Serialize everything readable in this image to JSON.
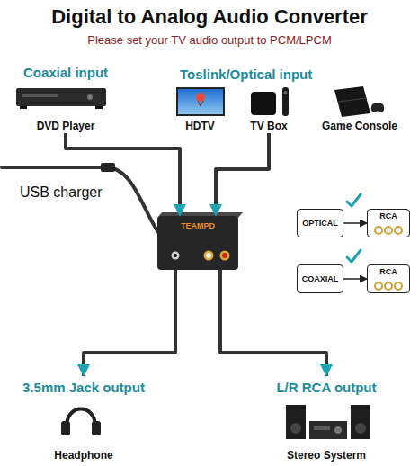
{
  "diagram": {
    "title": "Digital to Analog Audio Converter",
    "nodes": [
      {
        "text": [
          "Coaxial input",
          "DVD Player"
        ]
      },
      {
        "text": [
          "HDTV"
        ]
      },
      {
        "text": [
          "TV Box"
        ]
      },
      {
        "text": [
          "Game Console"
        ]
      },
      {
        "text": [
          "TEAMPD"
        ]
      },
      {
        "text": [
          "OPTICAL"
        ]
      },
      {
        "text": [
          "RCA"
        ]
      },
      {
        "text": [
          "COAXIAL"
        ]
      },
      {
        "text": [
          "RCA"
        ]
      },
      {
        "text": [
          "3.5mm Jack output",
          "Headphone"
        ]
      },
      {
        "text": [
          "L/R RCA output",
          "Stereo Systerm"
        ]
      }
    ],
    "edges": [
      {
        "from": 0,
        "to": 4,
        "arrow": "to"
      },
      {
        "from": 2,
        "to": 4,
        "arrow": "to"
      },
      {
        "from": 4,
        "to": 9,
        "arrow": "to"
      },
      {
        "from": 4,
        "to": 10,
        "arrow": "to"
      },
      {
        "from": 5,
        "to": 6,
        "arrow": "to"
      },
      {
        "from": 7,
        "to": 8,
        "arrow": "to"
      }
    ],
    "labels": [
      "Please set your TV audio output to PCM/LPCM",
      "Toslink/Optical input",
      "USB charger"
    ]
  }
}
